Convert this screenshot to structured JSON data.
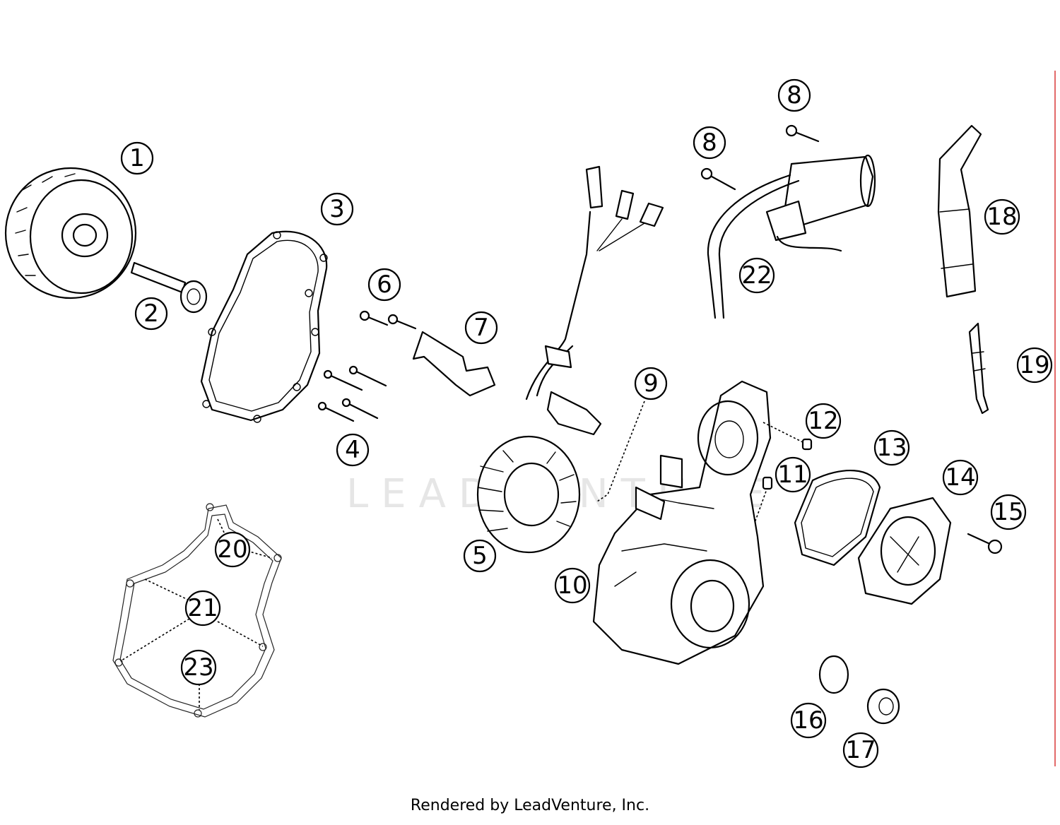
{
  "diagram": {
    "callouts": [
      {
        "label": "1"
      },
      {
        "label": "2"
      },
      {
        "label": "3"
      },
      {
        "label": "4"
      },
      {
        "label": "5"
      },
      {
        "label": "6"
      },
      {
        "label": "7"
      },
      {
        "label": "8"
      },
      {
        "label": "8"
      },
      {
        "label": "9"
      },
      {
        "label": "10"
      },
      {
        "label": "11"
      },
      {
        "label": "12"
      },
      {
        "label": "13"
      },
      {
        "label": "14"
      },
      {
        "label": "15"
      },
      {
        "label": "16"
      },
      {
        "label": "17"
      },
      {
        "label": "18"
      },
      {
        "label": "19"
      },
      {
        "label": "20"
      },
      {
        "label": "21"
      },
      {
        "label": "22"
      },
      {
        "label": "23"
      }
    ],
    "watermark": "LEADVENTURE",
    "footer": "Rendered by LeadVenture, Inc.",
    "colors": {
      "line": "#000000",
      "background": "#ffffff",
      "accent_rule": "#e26a6a"
    }
  }
}
